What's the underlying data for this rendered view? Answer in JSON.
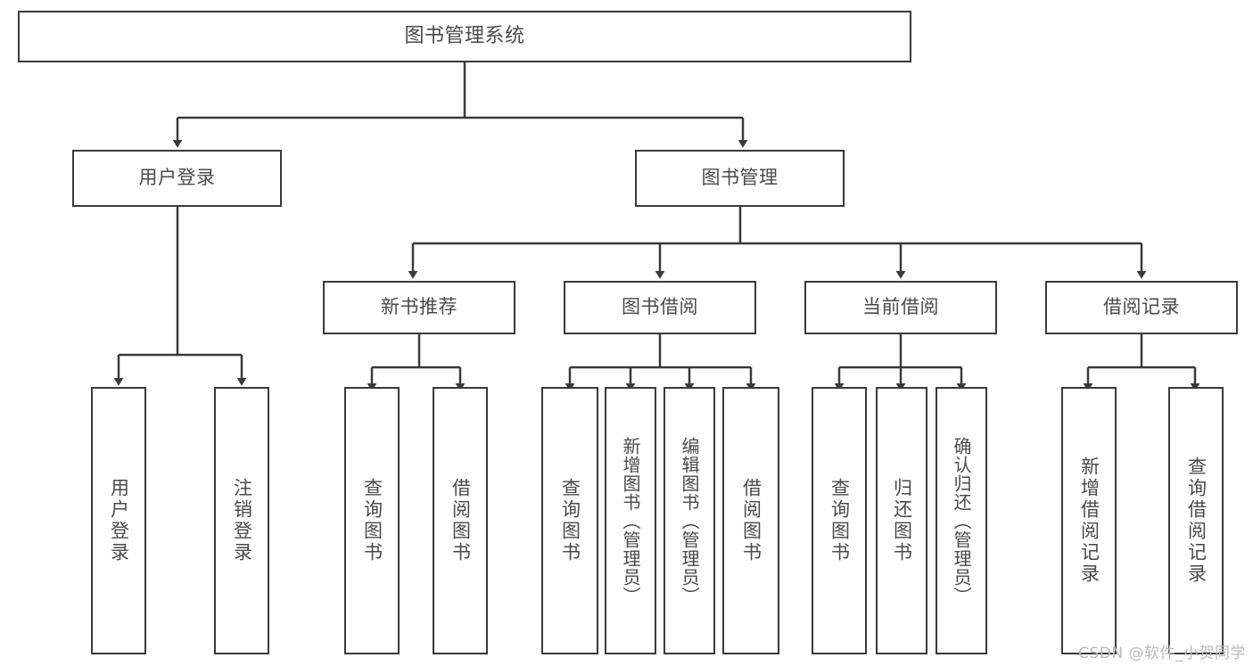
{
  "diagram": {
    "type": "tree-hierarchy",
    "title": "图书管理系统",
    "stroke_color": "#3a3a3a",
    "text_color": "#4a4a4a",
    "background": "#ffffff",
    "nodes": {
      "root": {
        "label": "图书管理系统"
      },
      "level2": [
        {
          "id": "user-login",
          "label": "用户登录"
        },
        {
          "id": "book-manage",
          "label": "图书管理"
        }
      ],
      "level3": [
        {
          "id": "new-book-rec",
          "label": "新书推荐"
        },
        {
          "id": "book-borrow",
          "label": "图书借阅"
        },
        {
          "id": "current-borrow",
          "label": "当前借阅"
        },
        {
          "id": "borrow-record",
          "label": "借阅记录"
        }
      ],
      "leaves": {
        "user-login": [
          {
            "id": "leaf-user-login",
            "label": "用户登录"
          },
          {
            "id": "leaf-logout",
            "label": "注销登录"
          }
        ],
        "new-book-rec": [
          {
            "id": "leaf-query-book-1",
            "label": "查询图书"
          },
          {
            "id": "leaf-borrow-book-1",
            "label": "借阅图书"
          }
        ],
        "book-borrow": [
          {
            "id": "leaf-query-book-2",
            "label": "查询图书"
          },
          {
            "id": "leaf-add-book",
            "label": "新增图书（管理员）"
          },
          {
            "id": "leaf-edit-book",
            "label": "编辑图书（管理员）"
          },
          {
            "id": "leaf-borrow-book-2",
            "label": "借阅图书"
          }
        ],
        "current-borrow": [
          {
            "id": "leaf-query-book-3",
            "label": "查询图书"
          },
          {
            "id": "leaf-return-book",
            "label": "归还图书"
          },
          {
            "id": "leaf-confirm-return",
            "label": "确认归还（管理员）"
          }
        ],
        "borrow-record": [
          {
            "id": "leaf-add-record",
            "label": "新增借阅记录"
          },
          {
            "id": "leaf-query-record",
            "label": "查询借阅记录"
          }
        ]
      }
    }
  },
  "watermark": {
    "text": "CSDN @软件_小贺同学"
  }
}
